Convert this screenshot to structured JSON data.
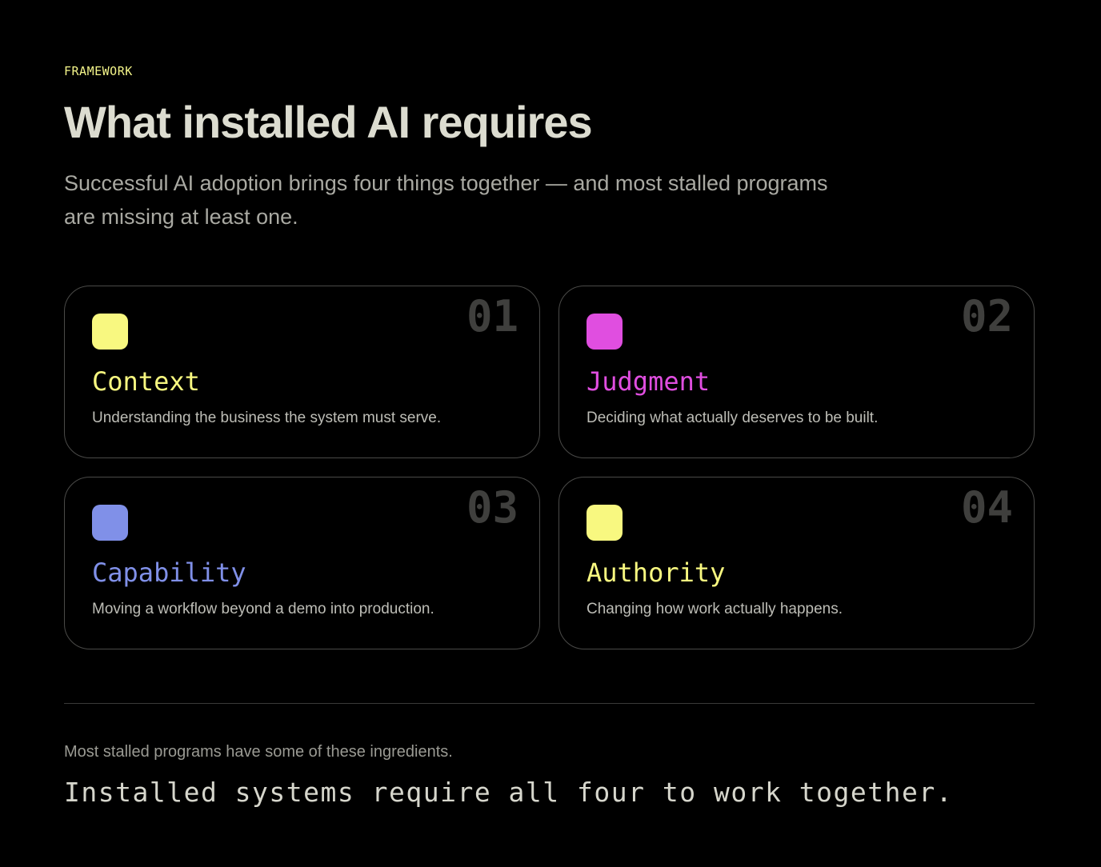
{
  "header": {
    "eyebrow": "FRAMEWORK",
    "title": "What installed AI requires",
    "subtitle": "Successful AI adoption brings four things together — and most stalled programs are missing at least one."
  },
  "cards": [
    {
      "number": "01",
      "title": "Context",
      "description": "Understanding the business the system must serve.",
      "color": "#f8f880"
    },
    {
      "number": "02",
      "title": "Judgment",
      "description": "Deciding what actually deserves to be built.",
      "color": "#e04ee0"
    },
    {
      "number": "03",
      "title": "Capability",
      "description": "Moving a workflow beyond a demo into production.",
      "color": "#8090e8"
    },
    {
      "number": "04",
      "title": "Authority",
      "description": "Changing how work actually happens.",
      "color": "#f8f880"
    }
  ],
  "footer": {
    "note": "Most stalled programs have some of these ingredients.",
    "closing": "Installed systems require all four to work together."
  }
}
